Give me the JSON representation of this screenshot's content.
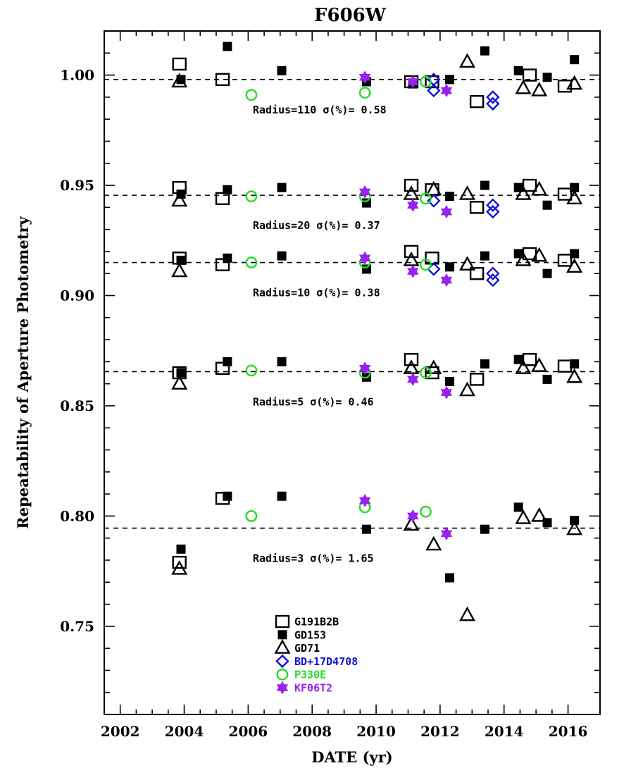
{
  "chart_data": {
    "type": "scatter",
    "title": "F606W",
    "xlabel": "DATE (yr)",
    "ylabel": "Repeatability of Aperture Photometry",
    "xlim": [
      2001.5,
      2017.0
    ],
    "ylim": [
      0.71,
      1.02
    ],
    "x_ticks": [
      2002,
      2004,
      2006,
      2008,
      2010,
      2012,
      2014,
      2016
    ],
    "x_tick_labels": [
      "2002",
      "2004",
      "2006",
      "2008",
      "2010",
      "2012",
      "2014",
      "2016"
    ],
    "y_ticks": [
      0.75,
      0.8,
      0.85,
      0.9,
      0.95,
      1.0
    ],
    "y_tick_labels": [
      "0.75",
      "0.80",
      "0.85",
      "0.90",
      "0.95",
      "1.00"
    ],
    "reference_lines": [
      {
        "y": 0.998,
        "label": "Radius=110 σ(%)= 0.58"
      },
      {
        "y": 0.9455,
        "label": "Radius=20 σ(%)= 0.37"
      },
      {
        "y": 0.915,
        "label": "Radius=10 σ(%)= 0.38"
      },
      {
        "y": 0.8655,
        "label": "Radius=5 σ(%)= 0.46"
      },
      {
        "y": 0.7945,
        "label": "Radius=3 σ(%)= 1.65"
      }
    ],
    "series": [
      {
        "name": "G191B2B",
        "marker": "square-open",
        "color": "#000000",
        "points": [
          [
            2003.85,
            1.005
          ],
          [
            2003.85,
            0.949
          ],
          [
            2003.85,
            0.917
          ],
          [
            2003.85,
            0.865
          ],
          [
            2003.85,
            0.779
          ],
          [
            2005.2,
            0.998
          ],
          [
            2005.2,
            0.944
          ],
          [
            2005.2,
            0.914
          ],
          [
            2005.2,
            0.867
          ],
          [
            2005.2,
            0.808
          ],
          [
            2011.1,
            0.997
          ],
          [
            2011.1,
            0.95
          ],
          [
            2011.1,
            0.92
          ],
          [
            2011.1,
            0.871
          ],
          [
            2011.75,
            0.997
          ],
          [
            2011.75,
            0.948
          ],
          [
            2011.75,
            0.917
          ],
          [
            2011.75,
            0.865
          ],
          [
            2013.15,
            0.988
          ],
          [
            2013.15,
            0.94
          ],
          [
            2013.15,
            0.91
          ],
          [
            2013.15,
            0.862
          ],
          [
            2014.8,
            1.0
          ],
          [
            2014.8,
            0.95
          ],
          [
            2014.8,
            0.919
          ],
          [
            2014.8,
            0.871
          ],
          [
            2015.9,
            0.995
          ],
          [
            2015.9,
            0.946
          ],
          [
            2015.9,
            0.916
          ],
          [
            2015.9,
            0.868
          ]
        ]
      },
      {
        "name": "GD153",
        "marker": "square-filled",
        "color": "#000000",
        "points": [
          [
            2003.9,
            0.998
          ],
          [
            2003.9,
            0.946
          ],
          [
            2003.9,
            0.916
          ],
          [
            2003.9,
            0.865
          ],
          [
            2003.9,
            0.785
          ],
          [
            2005.35,
            1.013
          ],
          [
            2005.35,
            0.948
          ],
          [
            2005.35,
            0.917
          ],
          [
            2005.35,
            0.87
          ],
          [
            2005.35,
            0.809
          ],
          [
            2007.05,
            1.002
          ],
          [
            2007.05,
            0.949
          ],
          [
            2007.05,
            0.918
          ],
          [
            2007.05,
            0.87
          ],
          [
            2007.05,
            0.809
          ],
          [
            2009.7,
            0.997
          ],
          [
            2009.7,
            0.942
          ],
          [
            2009.7,
            0.912
          ],
          [
            2009.7,
            0.863
          ],
          [
            2009.7,
            0.794
          ],
          [
            2011.15,
            0.996
          ],
          [
            2012.3,
            0.998
          ],
          [
            2012.3,
            0.945
          ],
          [
            2012.3,
            0.913
          ],
          [
            2012.3,
            0.861
          ],
          [
            2012.3,
            0.772
          ],
          [
            2013.4,
            1.011
          ],
          [
            2013.4,
            0.95
          ],
          [
            2013.4,
            0.918
          ],
          [
            2013.4,
            0.869
          ],
          [
            2013.4,
            0.794
          ],
          [
            2014.45,
            1.002
          ],
          [
            2014.45,
            0.949
          ],
          [
            2014.45,
            0.919
          ],
          [
            2014.45,
            0.871
          ],
          [
            2014.45,
            0.804
          ],
          [
            2015.35,
            0.999
          ],
          [
            2015.35,
            0.941
          ],
          [
            2015.35,
            0.91
          ],
          [
            2015.35,
            0.862
          ],
          [
            2015.35,
            0.797
          ],
          [
            2016.2,
            1.007
          ],
          [
            2016.2,
            0.949
          ],
          [
            2016.2,
            0.919
          ],
          [
            2016.2,
            0.869
          ],
          [
            2016.2,
            0.798
          ]
        ]
      },
      {
        "name": "GD71",
        "marker": "triangle-open",
        "color": "#000000",
        "points": [
          [
            2003.85,
            0.997
          ],
          [
            2003.85,
            0.943
          ],
          [
            2003.85,
            0.911
          ],
          [
            2003.85,
            0.86
          ],
          [
            2003.85,
            0.776
          ],
          [
            2011.1,
            0.946
          ],
          [
            2011.1,
            0.916
          ],
          [
            2011.1,
            0.867
          ],
          [
            2011.1,
            0.796
          ],
          [
            2011.8,
            0.948
          ],
          [
            2011.8,
            0.867
          ],
          [
            2011.8,
            0.787
          ],
          [
            2012.85,
            1.006
          ],
          [
            2012.85,
            0.946
          ],
          [
            2012.85,
            0.914
          ],
          [
            2012.85,
            0.857
          ],
          [
            2012.85,
            0.755
          ],
          [
            2014.6,
            0.994
          ],
          [
            2014.6,
            0.946
          ],
          [
            2014.6,
            0.916
          ],
          [
            2014.6,
            0.867
          ],
          [
            2014.6,
            0.799
          ],
          [
            2015.1,
            0.993
          ],
          [
            2015.1,
            0.948
          ],
          [
            2015.1,
            0.918
          ],
          [
            2015.1,
            0.868
          ],
          [
            2015.1,
            0.8
          ],
          [
            2016.2,
            0.996
          ],
          [
            2016.2,
            0.944
          ],
          [
            2016.2,
            0.913
          ],
          [
            2016.2,
            0.863
          ],
          [
            2016.2,
            0.794
          ]
        ]
      },
      {
        "name": "BD+17D4708",
        "marker": "diamond-open",
        "color": "#1010dd",
        "points": [
          [
            2011.8,
            0.998
          ],
          [
            2011.8,
            0.993
          ],
          [
            2011.8,
            0.943
          ],
          [
            2011.8,
            0.912
          ],
          [
            2013.65,
            0.99
          ],
          [
            2013.65,
            0.987
          ],
          [
            2013.65,
            0.941
          ],
          [
            2013.65,
            0.938
          ],
          [
            2013.65,
            0.91
          ],
          [
            2013.65,
            0.907
          ]
        ]
      },
      {
        "name": "P330E",
        "marker": "circle-open",
        "color": "#22dd22",
        "points": [
          [
            2006.1,
            0.991
          ],
          [
            2006.1,
            0.945
          ],
          [
            2006.1,
            0.915
          ],
          [
            2006.1,
            0.866
          ],
          [
            2006.1,
            0.8
          ],
          [
            2009.65,
            0.992
          ],
          [
            2009.65,
            0.945
          ],
          [
            2009.65,
            0.915
          ],
          [
            2009.65,
            0.865
          ],
          [
            2009.65,
            0.804
          ],
          [
            2011.55,
            0.997
          ],
          [
            2011.55,
            0.944
          ],
          [
            2011.55,
            0.914
          ],
          [
            2011.55,
            0.865
          ],
          [
            2011.55,
            0.802
          ]
        ]
      },
      {
        "name": "KF06T2",
        "marker": "star",
        "color": "#9922ee",
        "points": [
          [
            2009.65,
            0.999
          ],
          [
            2009.65,
            0.947
          ],
          [
            2009.65,
            0.917
          ],
          [
            2009.65,
            0.867
          ],
          [
            2009.65,
            0.807
          ],
          [
            2011.15,
            0.997
          ],
          [
            2011.15,
            0.941
          ],
          [
            2011.15,
            0.911
          ],
          [
            2011.15,
            0.862
          ],
          [
            2011.15,
            0.8
          ],
          [
            2012.2,
            0.993
          ],
          [
            2012.2,
            0.938
          ],
          [
            2012.2,
            0.907
          ],
          [
            2012.2,
            0.856
          ],
          [
            2012.2,
            0.792
          ]
        ]
      }
    ],
    "legend_position": "bottom-center"
  }
}
